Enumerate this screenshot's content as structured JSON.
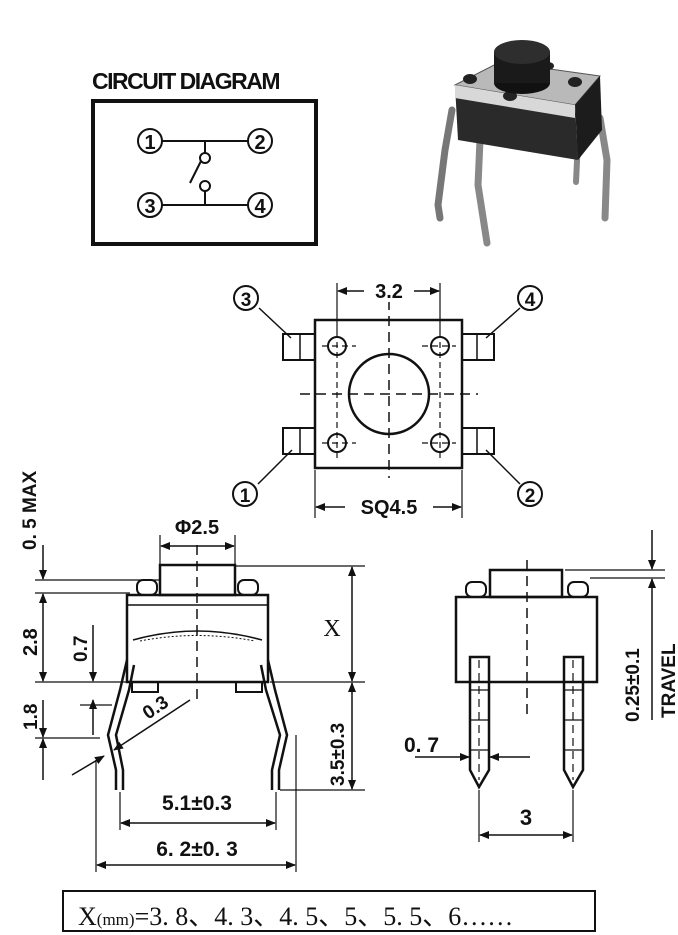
{
  "circuit_diagram": {
    "title": "CIRCUIT DIAGRAM",
    "pins": [
      "1",
      "2",
      "3",
      "4"
    ]
  },
  "top_view": {
    "pin_labels": [
      "3",
      "4",
      "1",
      "2"
    ],
    "dim_top": "3.2",
    "dim_bottom": "SQ4.5"
  },
  "side_view": {
    "dim_diameter": "Φ2.5",
    "dim_max": "0. 5 MAX",
    "dim_height": "2.8",
    "dim_inner": "0.7",
    "dim_leg": "1.8",
    "dim_bend": "0.3",
    "dim_x": "X",
    "dim_pin_len": "3.5±0.3",
    "dim_pitch_inner": "5.1±0.3",
    "dim_pitch_outer": "6. 2±0. 3"
  },
  "end_view": {
    "dim_pin_width": "0. 7",
    "dim_pitch": "3",
    "dim_travel_value": "0.25±0.1",
    "dim_travel_label": "TRAVEL"
  },
  "footer": {
    "x_label": "X",
    "unit": "(mm)",
    "values": "=3. 8、4. 3、4. 5、5、5. 5、6……"
  }
}
